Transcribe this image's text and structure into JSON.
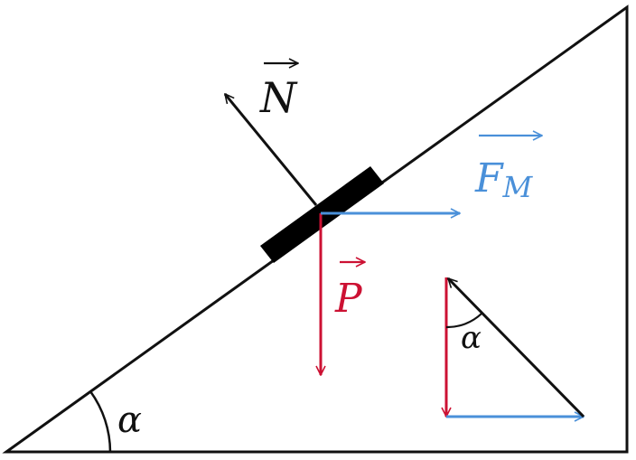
{
  "labels": {
    "normal": "N",
    "weight": "P",
    "force": "F",
    "force_sub": "M",
    "angle_incline": "α",
    "angle_triangle": "α"
  },
  "colors": {
    "normal": "#111111",
    "weight": "#cc1133",
    "force": "#4a90d9",
    "incline": "#111111",
    "block": "#000000"
  }
}
